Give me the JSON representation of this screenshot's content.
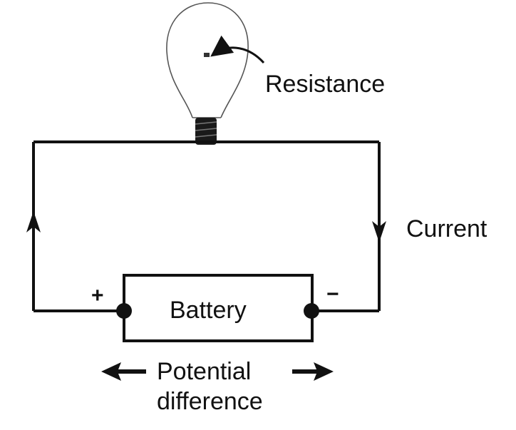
{
  "labels": {
    "resistance": "Resistance",
    "current": "Current",
    "battery": "Battery",
    "plus": "+",
    "minus": "−",
    "potential": "Potential",
    "difference": "difference"
  },
  "colors": {
    "ink": "#111111",
    "background": "#ffffff"
  },
  "icons": {
    "bulb": "light-bulb-icon",
    "arrow": "arrow-icon"
  }
}
